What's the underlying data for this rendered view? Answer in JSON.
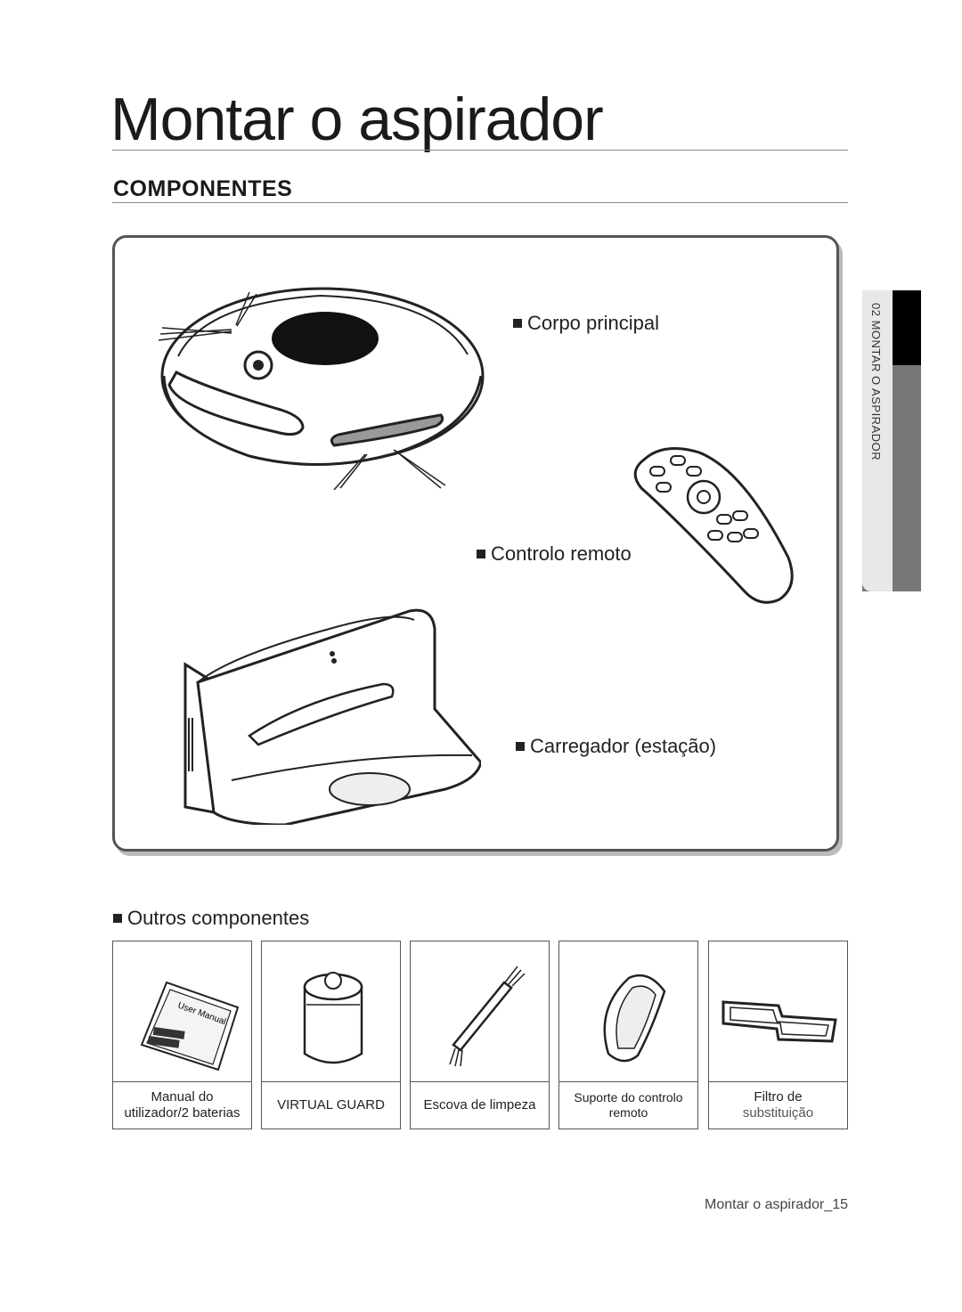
{
  "title": "Montar o aspirador",
  "section": "COMPONENTES",
  "side_tab": "02 MONTAR O ASPIRADOR",
  "main_components": [
    {
      "label": "Corpo principal"
    },
    {
      "label": "Controlo remoto"
    },
    {
      "label": "Carregador (estação)"
    }
  ],
  "other_heading": "Outros componentes",
  "accessories": [
    {
      "line1": "Manual do",
      "line2": "utilizador/2 baterias",
      "icon": "manual-batteries-icon"
    },
    {
      "line1": "VIRTUAL GUARD",
      "line2": "",
      "icon": "virtual-guard-icon"
    },
    {
      "line1": "Escova de limpeza",
      "line2": "",
      "icon": "cleaning-brush-icon"
    },
    {
      "line1": "Suporte do controlo",
      "line2": "remoto",
      "icon": "remote-holder-icon"
    },
    {
      "line1": "Filtro de",
      "line2": "substituição",
      "icon": "replacement-filter-icon"
    }
  ],
  "manual_cover_text": "User Manual",
  "footer": "Montar o aspirador_15"
}
